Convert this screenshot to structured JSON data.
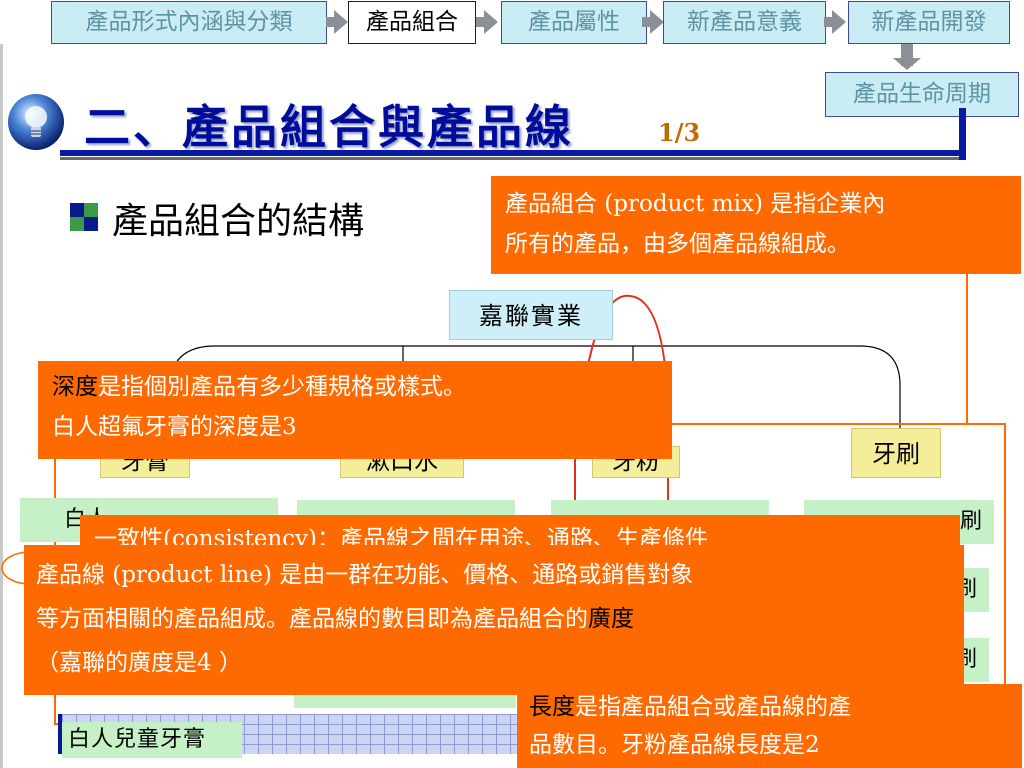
{
  "nav": {
    "items": [
      {
        "label": "產品形式內涵與分類",
        "active": false
      },
      {
        "label": "產品組合",
        "active": true
      },
      {
        "label": "產品屬性",
        "active": false
      },
      {
        "label": "新產品意義",
        "active": false
      },
      {
        "label": "新產品開發",
        "active": false
      }
    ],
    "lifecycle": "產品生命周期"
  },
  "title": "二、產品組合與產品線",
  "page_number": "1/3",
  "bullet": "產品組合的結構",
  "company": "嘉聯實業",
  "product_lines": [
    "牙膏",
    "漱口水",
    "牙粉",
    "牙刷"
  ],
  "product_items": {
    "child_toothpaste": "白人兒童牙膏",
    "partial_white": "白人",
    "partial_shua": "刷",
    "partial_yagao": "牙膏"
  },
  "callouts": {
    "mix_line1": "產品組合 (product mix) 是指企業內",
    "mix_line2": "所有的產品，由多個產品線組成。",
    "depth_term": "深度",
    "depth_line1_rest": "是指個別產品有多少種規格或樣式。",
    "depth_line2": "白人超氟牙膏的深度是3",
    "consistency_partial": "一致性(consistency)：產品線之間在用途、通路、生產條件",
    "line_line1": "產品線 (product line) 是由一群在功能、價格、通路或銷售對象",
    "line_line2_rest": "等方面相關的產品組成。產品線的數目即為產品組合的",
    "line_line2_term": "廣度",
    "line_line3": "（嘉聯的廣度是4 ）",
    "length_term": "長度",
    "length_line1_rest": "是指產品組合或產品線的產",
    "length_line2": "品數目。牙粉產品線長度是2"
  },
  "colors": {
    "accent": "#ff6a00",
    "title": "#000d9a",
    "nav_bg": "#c9ecf5",
    "node_bg": "#cfeff8",
    "item_bg": "#c6f0c6"
  }
}
